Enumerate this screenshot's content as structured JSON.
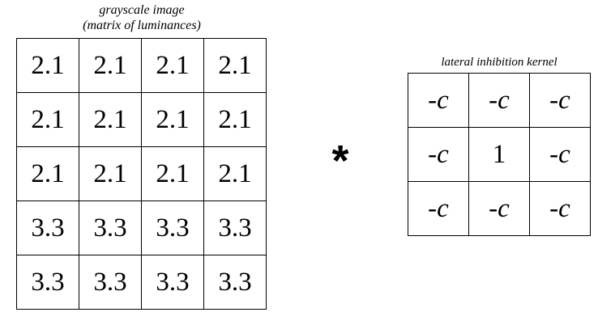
{
  "image": {
    "caption_line1": "grayscale image",
    "caption_line2": "(matrix of luminances)",
    "rows": [
      [
        "2.1",
        "2.1",
        "2.1",
        "2.1"
      ],
      [
        "2.1",
        "2.1",
        "2.1",
        "2.1"
      ],
      [
        "2.1",
        "2.1",
        "2.1",
        "2.1"
      ],
      [
        "3.3",
        "3.3",
        "3.3",
        "3.3"
      ],
      [
        "3.3",
        "3.3",
        "3.3",
        "3.3"
      ]
    ]
  },
  "operator": "*",
  "kernel": {
    "caption": "lateral inhibition kernel",
    "rows": [
      [
        "-c",
        "-c",
        "-c"
      ],
      [
        "-c",
        "1",
        "-c"
      ],
      [
        "-c",
        "-c",
        "-c"
      ]
    ]
  }
}
